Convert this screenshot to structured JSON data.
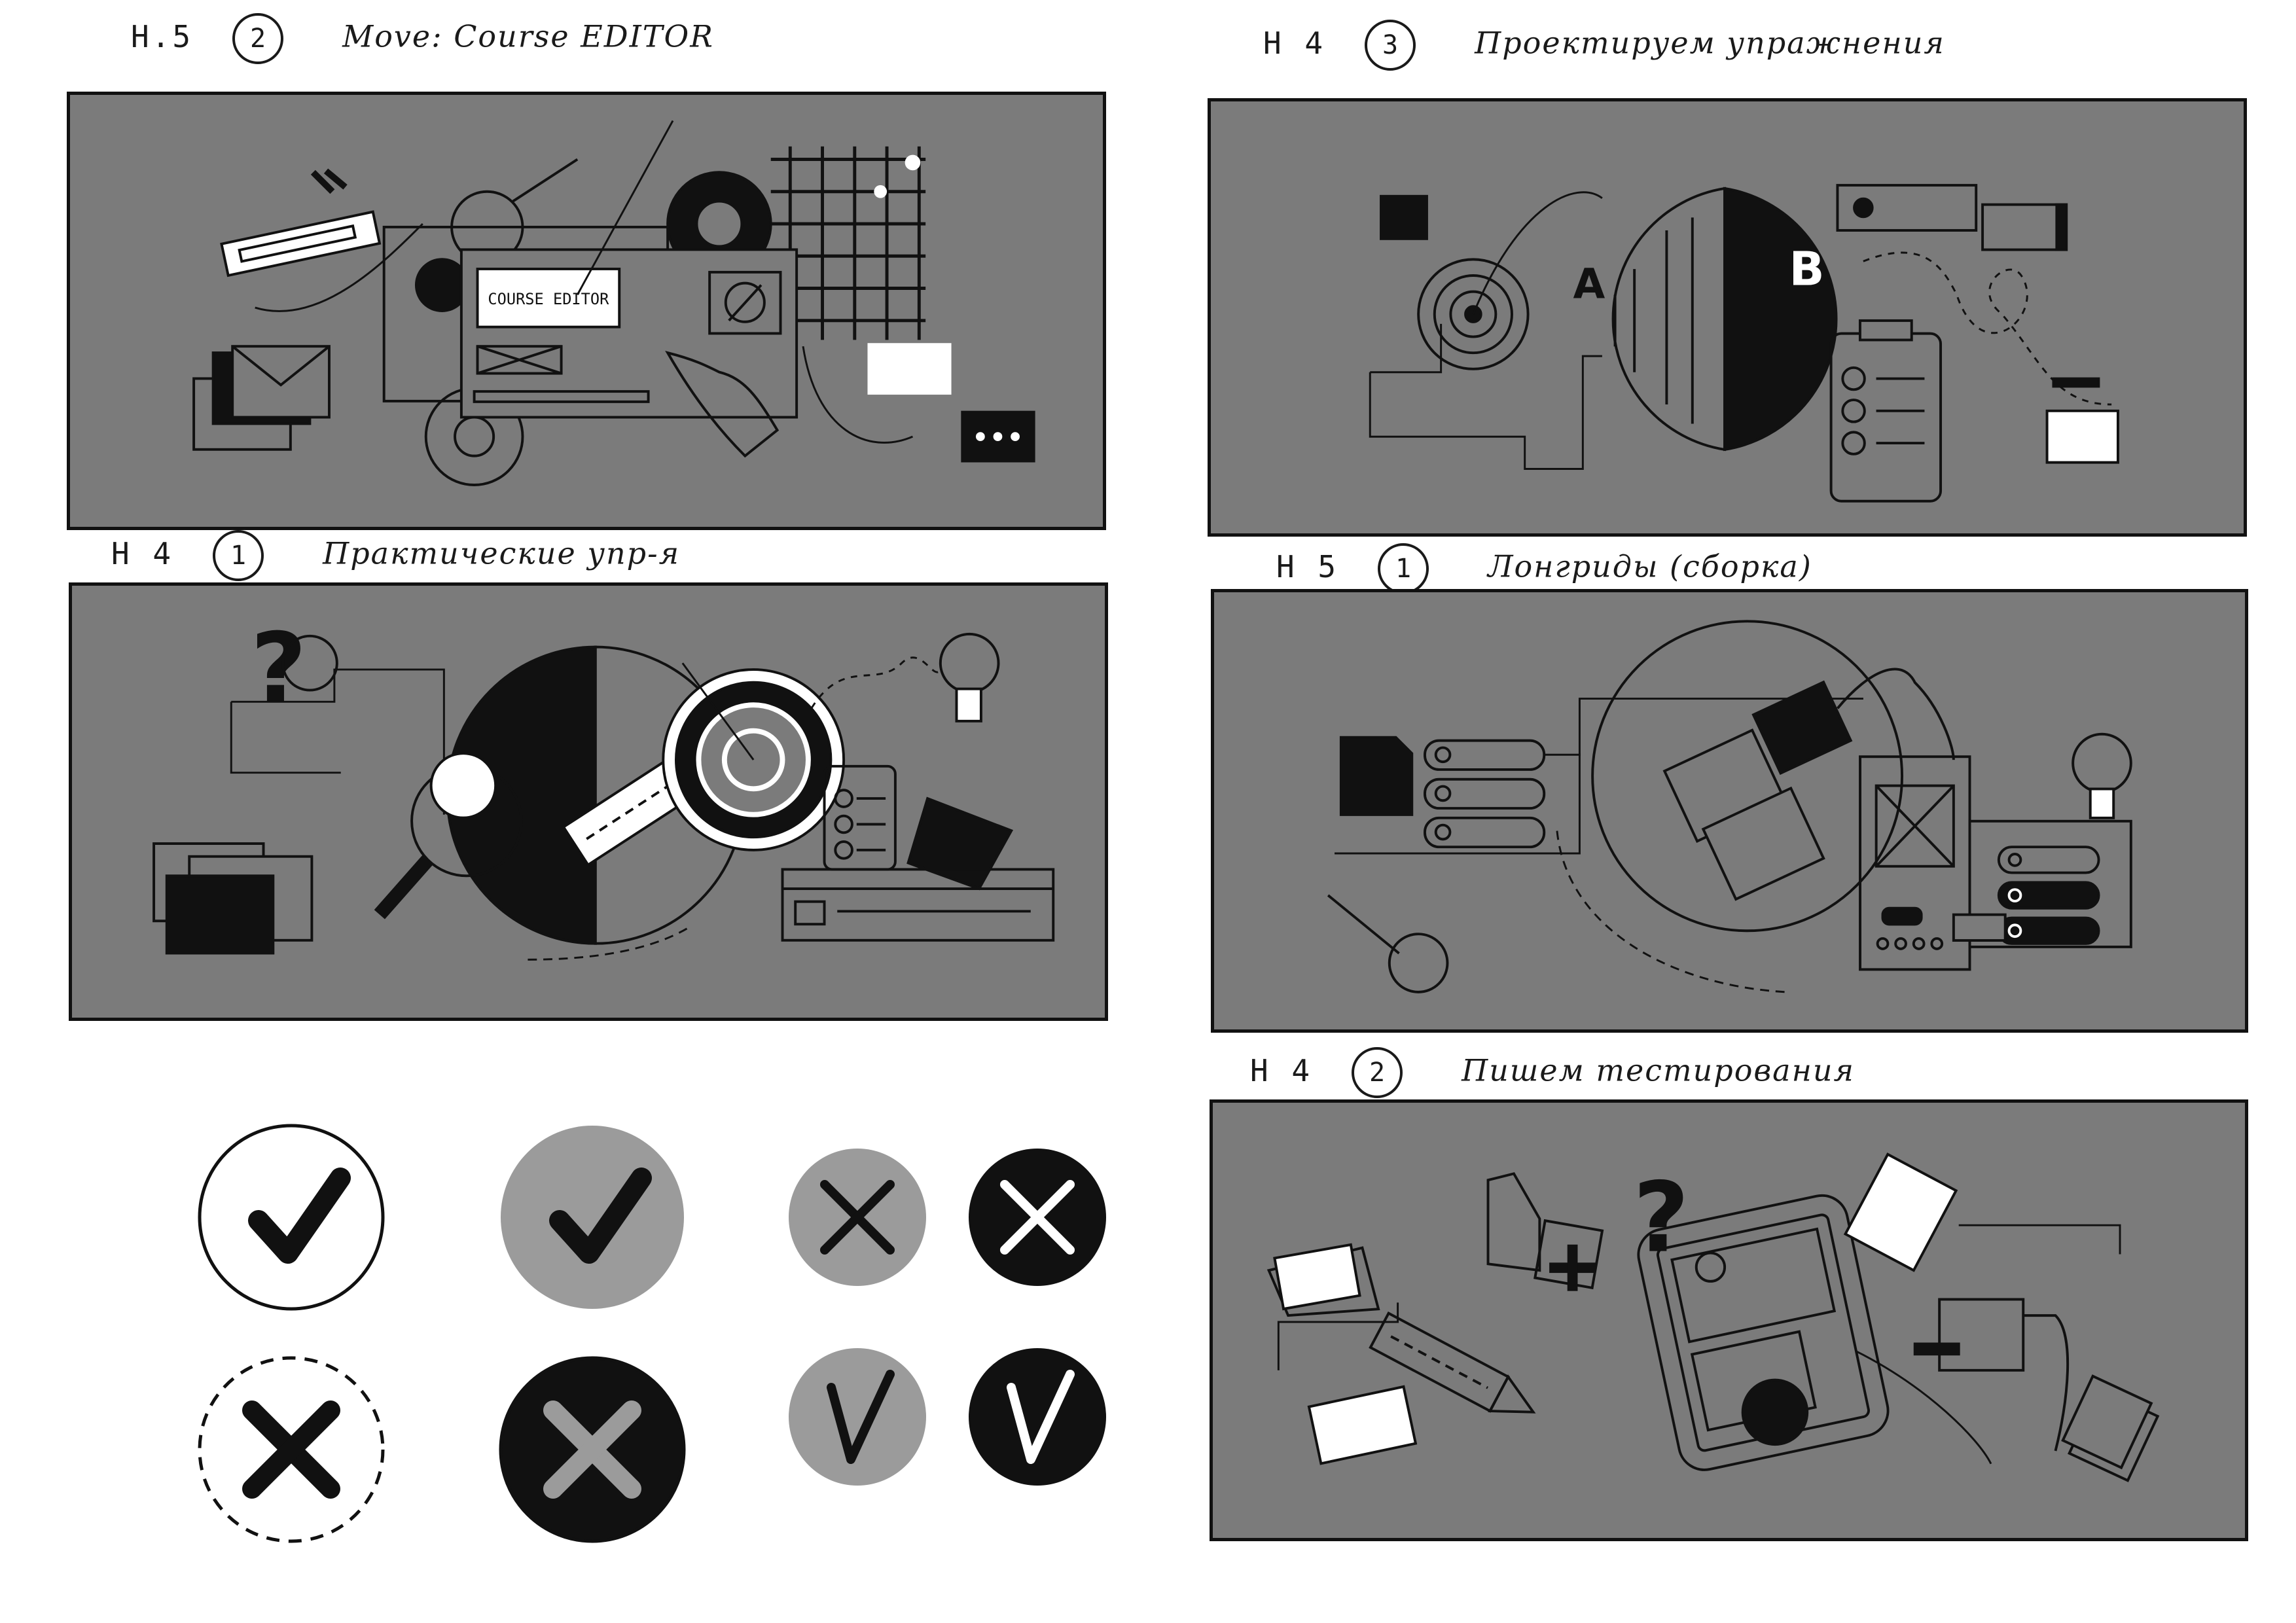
{
  "frames": [
    {
      "code": "H.5",
      "number": "2",
      "title": "Move: Course EDITOR",
      "label": "COURSE EDITOR"
    },
    {
      "code": "H 4",
      "number": "3",
      "title": "Проектируем упражнения",
      "letter_a": "A",
      "letter_b": "B"
    },
    {
      "code": "H 4",
      "number": "1",
      "title": "Практические упр-я",
      "question": "?"
    },
    {
      "code": "H 5",
      "number": "1",
      "title": "Лонгриды (сборка)"
    },
    {
      "code": "H 4",
      "number": "2",
      "title": "Пишем тестирования",
      "question": "?"
    }
  ],
  "colors": {
    "panel": "#7b7b7b",
    "ink": "#111111",
    "paper": "#ffffff",
    "mid_gray": "#9b9b9b"
  },
  "status_icons": [
    "check-outline-circle",
    "check-gray-circle",
    "cross-dashed-circle",
    "cross-black-circle",
    "cross-gray-blot",
    "cross-black-blot",
    "check-gray-blot",
    "check-black-blot"
  ]
}
